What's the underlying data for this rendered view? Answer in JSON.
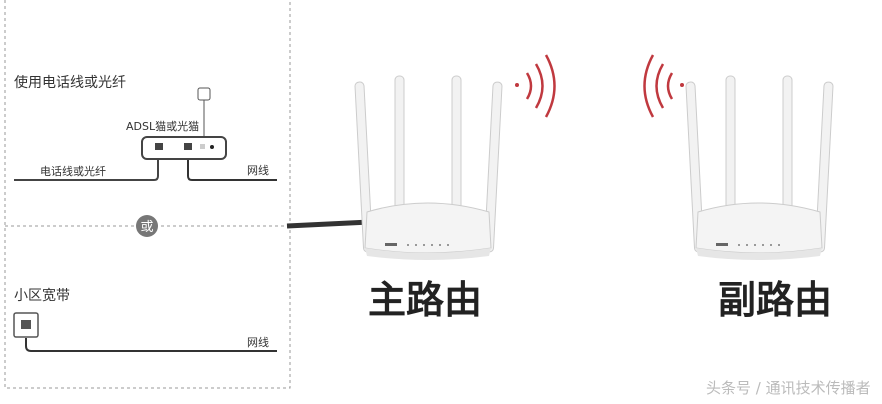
{
  "left_panel": {
    "option1_title": "使用电话线或光纤",
    "modem_label": "ADSL猫或光猫",
    "phone_line_label": "电话线或光纤",
    "network_cable_label_1": "网线",
    "or_badge": "或",
    "option2_title": "小区宽带",
    "network_cable_label_2": "网线"
  },
  "main_router_label": "主路由",
  "secondary_router_label": "副路由",
  "watermark": "头条号 / 通讯技术传播者",
  "colors": {
    "signal": "#c0393f",
    "or_badge": "#777777",
    "cable": "#333333"
  }
}
